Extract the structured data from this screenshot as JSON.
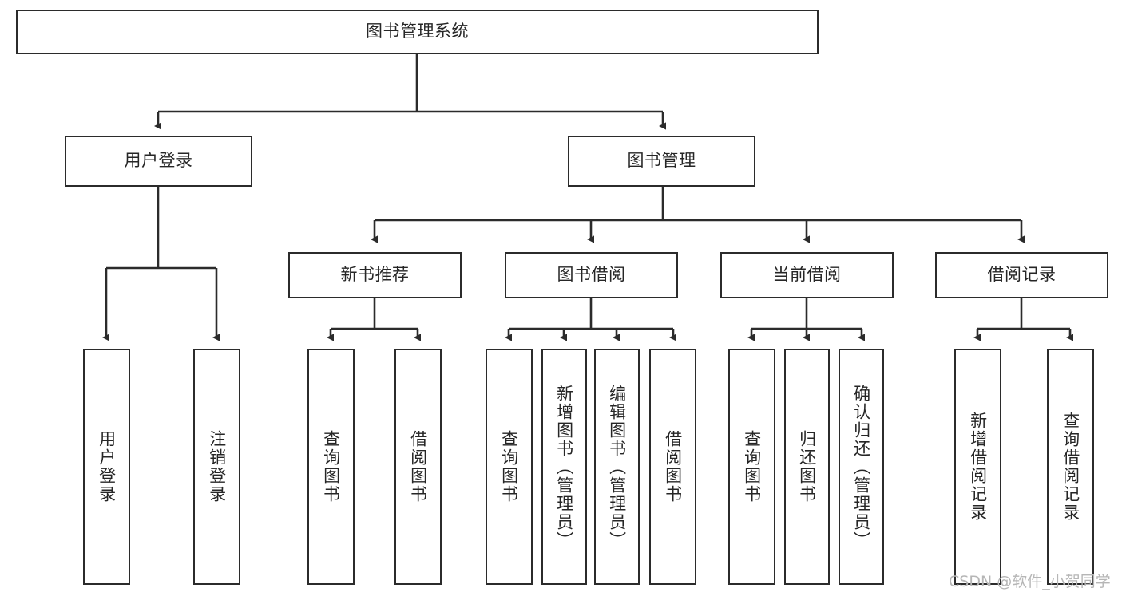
{
  "diagram": {
    "title": "图书管理系统",
    "type": "tree-hierarchy",
    "stroke_color": "#2b2b2b",
    "text_color": "#262626",
    "background_color": "#ffffff",
    "watermark": "CSDN @软件_小贺同学",
    "nodes": {
      "root": {
        "label": "图书管理系统"
      },
      "level2": [
        {
          "id": "user-login",
          "label": "用户登录"
        },
        {
          "id": "book-management",
          "label": "图书管理"
        }
      ],
      "level3": [
        {
          "id": "new-book-recommend",
          "label": "新书推荐"
        },
        {
          "id": "book-borrow",
          "label": "图书借阅"
        },
        {
          "id": "current-borrow",
          "label": "当前借阅"
        },
        {
          "id": "borrow-record",
          "label": "借阅记录"
        }
      ],
      "leaves": {
        "user_login": [
          {
            "id": "leaf-user-login",
            "label": "用户登录"
          },
          {
            "id": "leaf-logout-login",
            "label": "注销登录"
          }
        ],
        "new_book_recommend": [
          {
            "id": "leaf-query-book-1",
            "label": "查询图书"
          },
          {
            "id": "leaf-borrow-book-1",
            "label": "借阅图书"
          }
        ],
        "book_borrow": [
          {
            "id": "leaf-query-book-2",
            "label": "查询图书"
          },
          {
            "id": "leaf-add-book",
            "label": "新增图书（管理员）"
          },
          {
            "id": "leaf-edit-book",
            "label": "编辑图书（管理员）"
          },
          {
            "id": "leaf-borrow-book-2",
            "label": "借阅图书"
          }
        ],
        "current_borrow": [
          {
            "id": "leaf-query-book-3",
            "label": "查询图书"
          },
          {
            "id": "leaf-return-book",
            "label": "归还图书"
          },
          {
            "id": "leaf-confirm-return",
            "label": "确认归还（管理员）"
          }
        ],
        "borrow_record": [
          {
            "id": "leaf-add-borrow-record",
            "label": "新增借阅记录"
          },
          {
            "id": "leaf-query-borrow-record",
            "label": "查询借阅记录"
          }
        ]
      }
    }
  }
}
